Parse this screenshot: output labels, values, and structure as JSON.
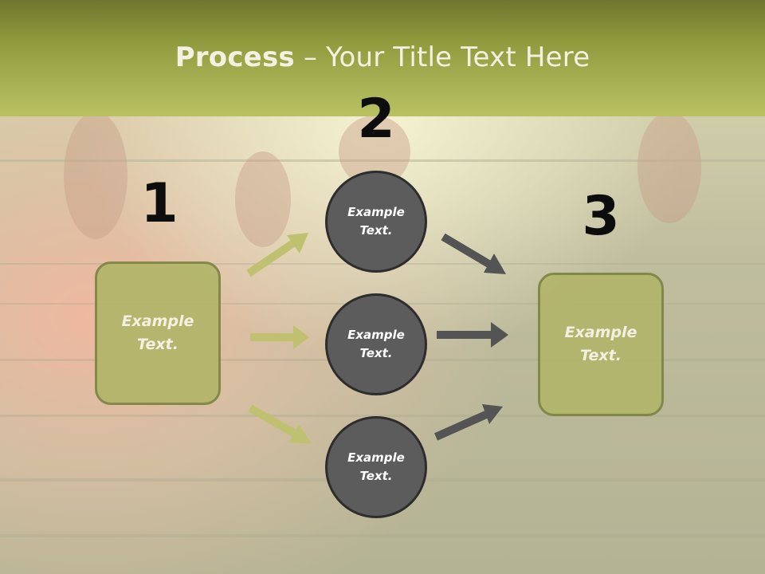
{
  "slide": {
    "title_bold": "Process",
    "title_rest": " – Your Title Text Here"
  },
  "steps": [
    {
      "number": "1",
      "text": "Example\nText."
    },
    {
      "number": "2",
      "items": [
        "Example\nText.",
        "Example\nText.",
        "Example\nText."
      ]
    },
    {
      "number": "3",
      "text": "Example\nText."
    }
  ],
  "colors": {
    "header": "#aab456",
    "box_fill": "#b2b56a",
    "circle_fill": "#5c5c5c",
    "left_arrows": "#bfc070",
    "right_arrows": "#545454"
  }
}
